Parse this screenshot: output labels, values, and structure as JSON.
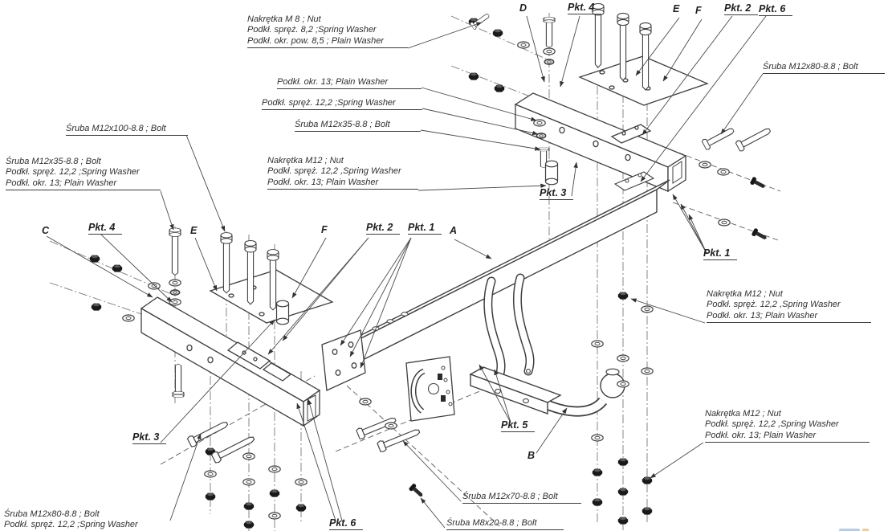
{
  "title": "Tow bar exploded assembly diagram",
  "colors": {
    "line": "#3f3f3f",
    "label_text": "#2f2f2f",
    "centerline": "#707070",
    "watermark_blue": "#7aa7d9",
    "watermark_orange": "#e8a13c"
  },
  "labels": {
    "m8_group": {
      "l1": "Nakrętka  M 8 ; Nut",
      "l2": "Podkł. spręż. 8,2 ;Spring Washer",
      "l3": "Podkł. okr. pow. 8,5 ; Plain Washer"
    },
    "plain_washer_13": {
      "l1": "Podkł. okr. 13; Plain Washer"
    },
    "spring_washer_12": {
      "l1": "Podkł. spręż. 12,2 ;Spring Washer"
    },
    "bolt_m12x35": {
      "l1": "Śruba M12x35-8.8 ;  Bolt"
    },
    "m12_group_center": {
      "l1": "Nakrętka  M12 ; Nut",
      "l2": "Podkł. spręż. 12,2 ,Spring Washer",
      "l3": "Podkł. okr. 13; Plain Washer"
    },
    "bolt_m12x100": {
      "l1": "Śruba M12x100-8.8 ;  Bolt"
    },
    "m12x35_group_left": {
      "l1": "Śruba M12x35-8.8 ;  Bolt",
      "l2": "Podkł. spręż. 12,2 ;Spring Washer",
      "l3": "Podkł. okr. 13; Plain Washer"
    },
    "bolt_m12x80_right": {
      "l1": "Śruba M12x80-8.8 ;  Bolt"
    },
    "m12_group_right_upper": {
      "l1": "Nakrętka  M12 ; Nut",
      "l2": "Podkł. spręż. 12,2 ,Spring Washer",
      "l3": "Podkł. okr. 13; Plain Washer"
    },
    "m12_group_right_lower": {
      "l1": "Nakrętka  M12 ; Nut",
      "l2": "Podkł. spręż. 12,2 ,Spring Washer",
      "l3": "Podkł. okr. 13; Plain Washer"
    },
    "m12x80_group_bottom_left": {
      "l1": "Śruba M12x80-8.8 ;  Bolt",
      "l2": "Podkł. spręż. 12,2 ;Spring Washer"
    },
    "bolt_m12x70": {
      "l1": "Śruba M12x70-8.8 ;  Bolt"
    },
    "bolt_m8x20": {
      "l1": "Śruba M8x20-8.8 ;  Bolt"
    }
  },
  "marks": {
    "a": "A",
    "b": "B",
    "c": "C",
    "d": "D",
    "e": "E",
    "f": "F",
    "pkt1": "Pkt. 1",
    "pkt2": "Pkt. 2",
    "pkt3": "Pkt. 3",
    "pkt4": "Pkt. 4",
    "pkt5": "Pkt. 5",
    "pkt6": "Pkt. 6"
  }
}
